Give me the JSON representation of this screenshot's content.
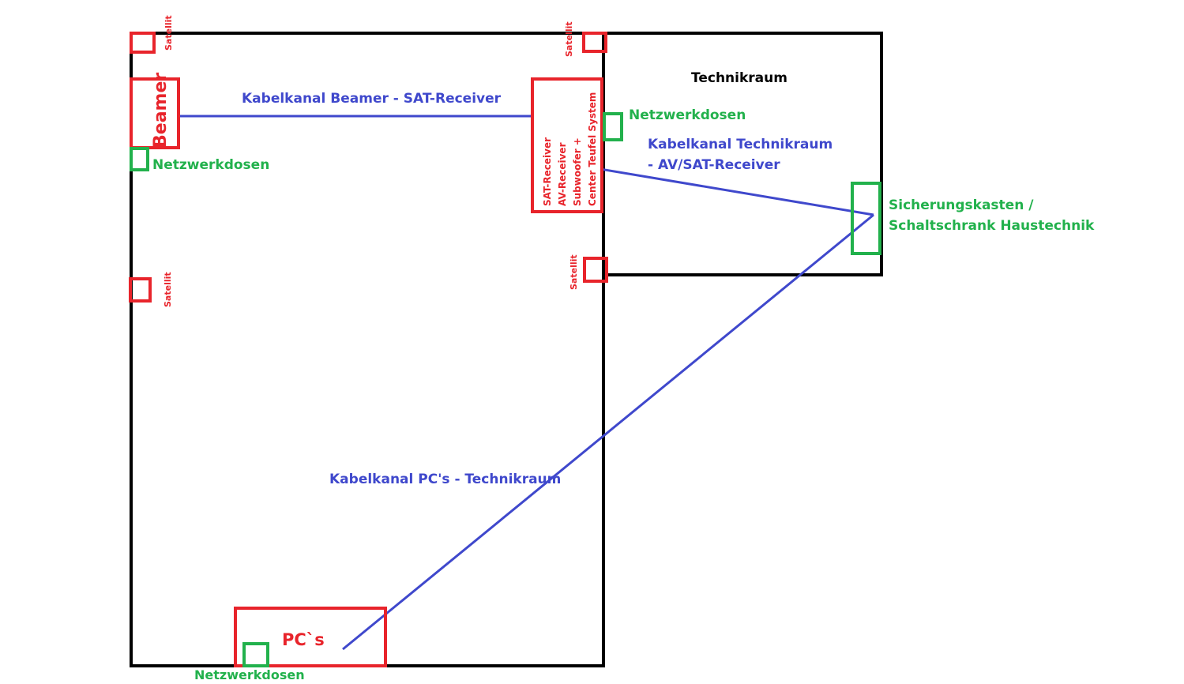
{
  "rooms": {
    "technikraum_label": "Technikraum"
  },
  "devices": {
    "beamer": "Beamer",
    "receiver_lines": [
      "SAT-Receiver",
      "AV-Receiver",
      "Subwoofer +",
      "Center Teufel System"
    ],
    "pcs": "PC`s"
  },
  "satellites": {
    "label": "Satellit"
  },
  "network": {
    "label": "Netzwerkdosen"
  },
  "panel": {
    "line1": "Sicherungskasten /",
    "line2": "Schaltschrank Haustechnik"
  },
  "cable_ducts": {
    "beamer_receiver": "Kabelkanal Beamer - SAT-Receiver",
    "technik_receiver_line1": "Kabelkanal Technikraum",
    "technik_receiver_line2": "- AV/SAT-Receiver",
    "pcs_technik": "Kabelkanal PC's - Technikraum"
  },
  "colors": {
    "wall": "#000000",
    "device": "#e8242b",
    "network": "#22b14c",
    "cable": "#3f48cc"
  }
}
